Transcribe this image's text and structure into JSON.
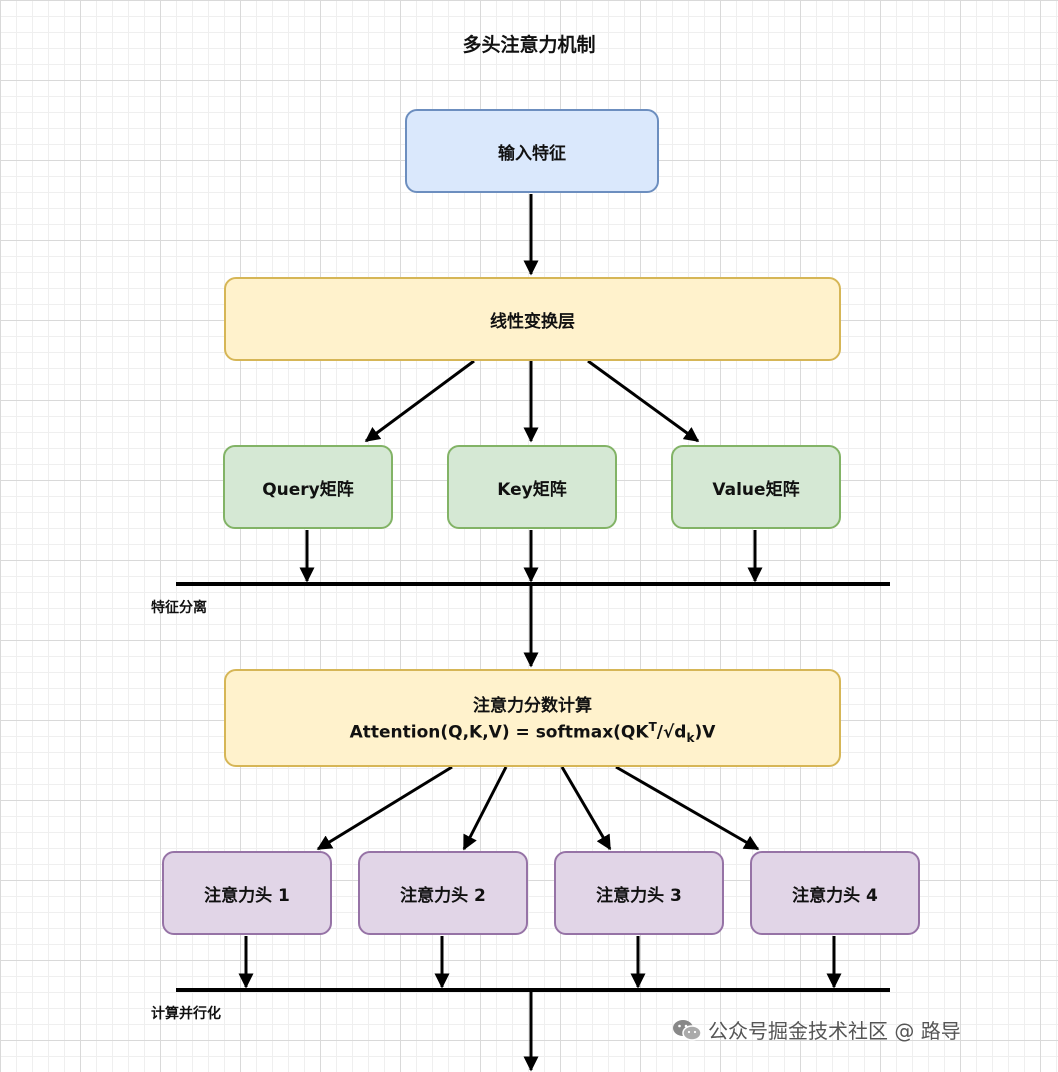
{
  "title": "多头注意力机制",
  "nodes": {
    "input": "输入特征",
    "linear": "线性变换层",
    "query": "Query矩阵",
    "key": "Key矩阵",
    "value": "Value矩阵",
    "score_title": "注意力分数计算",
    "score_formula": {
      "prefix": "Attention(Q,K,V) = softmax(QK",
      "sup": "T",
      "mid": "/√d",
      "sub": "k",
      "suffix": ")V"
    },
    "heads": [
      "注意力头 1",
      "注意力头 2",
      "注意力头 3",
      "注意力头 4"
    ]
  },
  "labels": {
    "split": "特征分离",
    "parallel": "计算并行化"
  },
  "watermark": "公众号掘金技术社区 @ 路导"
}
